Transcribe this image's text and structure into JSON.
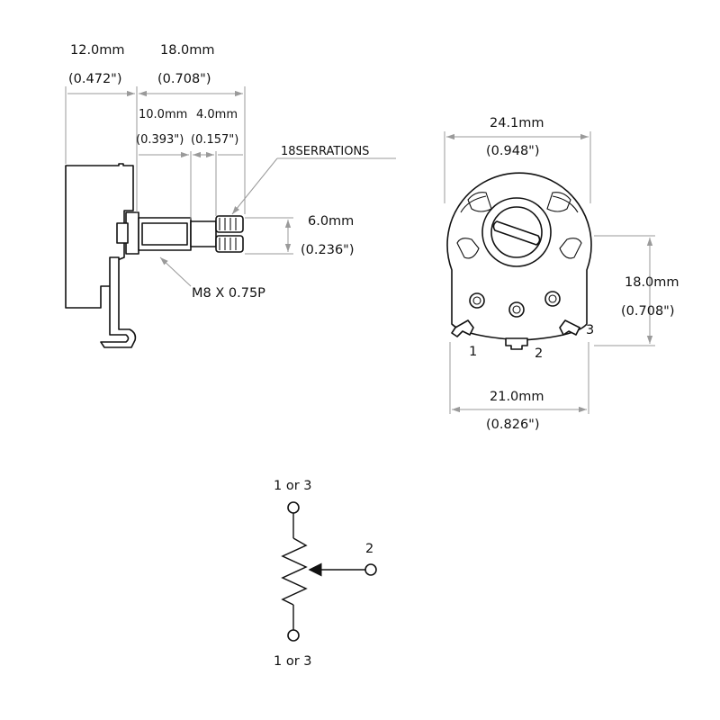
{
  "side_view": {
    "dim_body_mm": "12.0mm",
    "dim_body_in": "(0.472\")",
    "dim_shaft_mm": "18.0mm",
    "dim_shaft_in": "(0.708\")",
    "dim_bushing_mm": "10.0mm",
    "dim_bushing_in": "(0.393\")",
    "dim_knurl_mm": "4.0mm",
    "dim_knurl_in": "(0.157\")",
    "serrations_label": "18SERRATIONS",
    "dim_shaft_dia_mm": "6.0mm",
    "dim_shaft_dia_in": "(0.236\")",
    "thread_label": "M8 X 0.75P"
  },
  "front_view": {
    "dim_width_mm": "24.1mm",
    "dim_width_in": "(0.948\")",
    "dim_height_mm": "18.0mm",
    "dim_height_in": "(0.708\")",
    "dim_lug_span_mm": "21.0mm",
    "dim_lug_span_in": "(0.826\")",
    "pin_labels": [
      "1",
      "2",
      "3"
    ]
  },
  "schematic": {
    "top_terminal_label": "1 or 3",
    "bottom_terminal_label": "1 or 3",
    "wiper_label": "2"
  },
  "colors": {
    "line": "#111111",
    "dimension_line": "#9a9a9a",
    "background": "#ffffff"
  }
}
